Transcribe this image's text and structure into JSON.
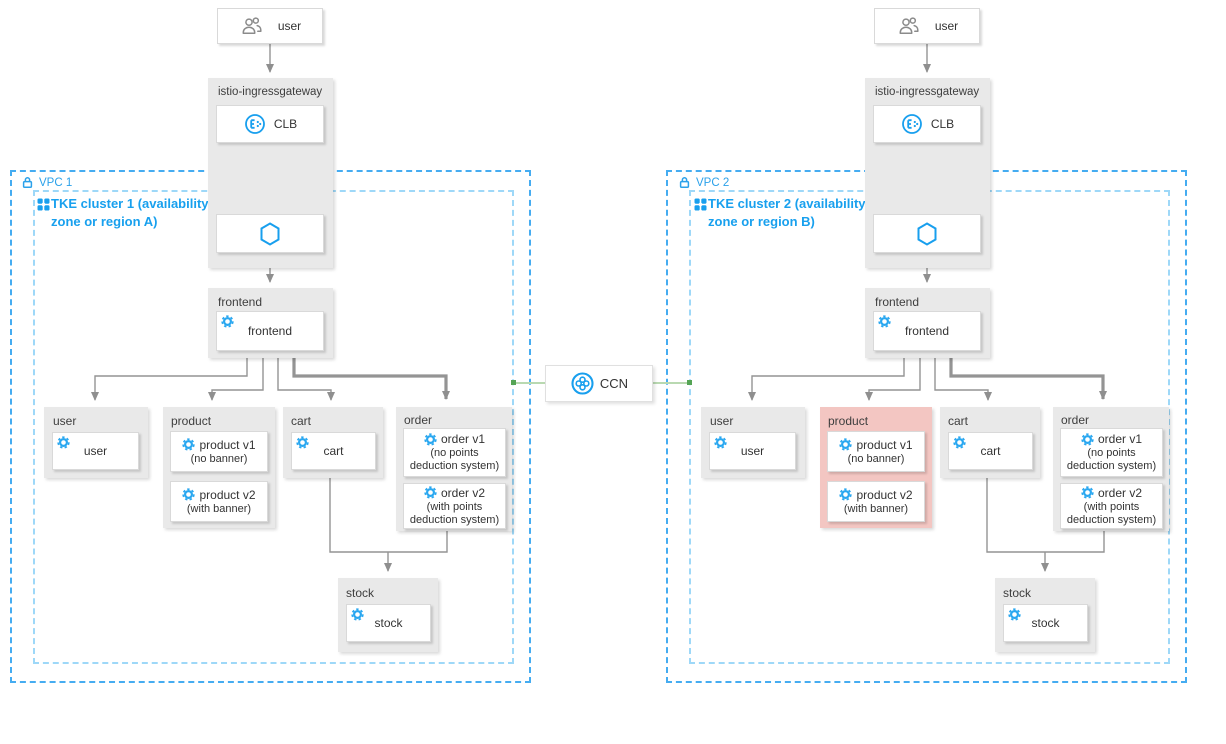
{
  "colors": {
    "accent_blue": "#189fee",
    "vpc_border_blue": "#45acf1",
    "tke_border_blue": "#9ed8f8",
    "container_gray": "#e9e9e9",
    "highlight_pink": "#f3c6c2",
    "wire_gray": "#949494",
    "ccn_link_green": "#b9d9b1"
  },
  "ccn": {
    "label": "CCN"
  },
  "vpc1": {
    "entry_user": "user",
    "vpc_label": "VPC 1",
    "tke_label": "TKE cluster 1 (availability zone or region A)",
    "gateway": {
      "title": "istio-ingressgateway",
      "clb": "CLB"
    },
    "frontend": {
      "title": "frontend",
      "name": "frontend"
    },
    "services": {
      "user": {
        "title": "user",
        "name": "user"
      },
      "product": {
        "title": "product",
        "v1_name": "product v1",
        "v1_note": "(no banner)",
        "v2_name": "product v2",
        "v2_note": "(with banner)"
      },
      "cart": {
        "title": "cart",
        "name": "cart"
      },
      "order": {
        "title": "order",
        "v1_name": "order v1",
        "v1_note": "(no points deduction system)",
        "v2_name": "order v2",
        "v2_note": "(with points deduction system)"
      }
    },
    "stock": {
      "title": "stock",
      "name": "stock"
    }
  },
  "vpc2": {
    "entry_user": "user",
    "vpc_label": "VPC 2",
    "tke_label": "TKE cluster 2 (availability zone or region B)",
    "gateway": {
      "title": "istio-ingressgateway",
      "clb": "CLB"
    },
    "frontend": {
      "title": "frontend",
      "name": "frontend"
    },
    "services": {
      "user": {
        "title": "user",
        "name": "user"
      },
      "product": {
        "title": "product",
        "v1_name": "product v1",
        "v1_note": "(no banner)",
        "v2_name": "product v2",
        "v2_note": "(with banner)"
      },
      "cart": {
        "title": "cart",
        "name": "cart"
      },
      "order": {
        "title": "order",
        "v1_name": "order v1",
        "v1_note": "(no points deduction system)",
        "v2_name": "order v2",
        "v2_note": "(with points deduction system)"
      }
    },
    "stock": {
      "title": "stock",
      "name": "stock"
    }
  }
}
